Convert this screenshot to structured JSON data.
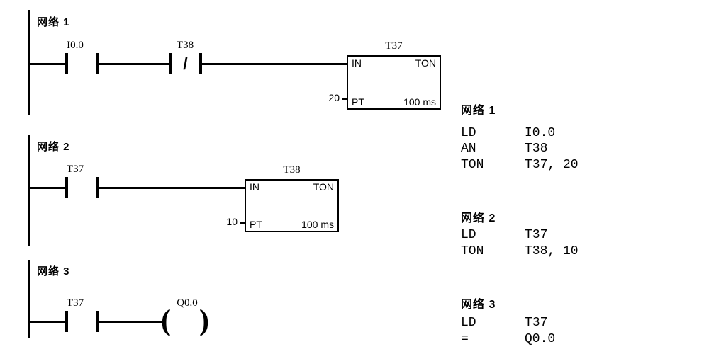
{
  "colors": {
    "ink": "#000000",
    "background": "#ffffff"
  },
  "ladder": {
    "networks": [
      {
        "title": "网络 1",
        "contacts": [
          {
            "label": "I0.0",
            "type": "normally-open"
          },
          {
            "label": "T38",
            "type": "normally-closed",
            "slash": "/"
          }
        ],
        "timer": {
          "tag": "T37",
          "input_label": "IN",
          "block_type": "TON",
          "preset_label": "PT",
          "preset_value": "20",
          "time_base": "100 ms"
        }
      },
      {
        "title": "网络 2",
        "contacts": [
          {
            "label": "T37",
            "type": "normally-open"
          }
        ],
        "timer": {
          "tag": "T38",
          "input_label": "IN",
          "block_type": "TON",
          "preset_label": "PT",
          "preset_value": "10",
          "time_base": "100 ms"
        }
      },
      {
        "title": "网络 3",
        "contacts": [
          {
            "label": "T37",
            "type": "normally-open"
          }
        ],
        "coil": {
          "label": "Q0.0",
          "open_paren": "(",
          "close_paren": ")"
        }
      }
    ]
  },
  "stl": {
    "blocks": [
      {
        "title": "网络 1",
        "lines": [
          {
            "op": "LD",
            "operand": "I0.0"
          },
          {
            "op": "AN",
            "operand": "T38"
          },
          {
            "op": "TON",
            "operand": "T37, 20"
          }
        ]
      },
      {
        "title": "网络 2",
        "lines": [
          {
            "op": "LD",
            "operand": "T37"
          },
          {
            "op": "TON",
            "operand": "T38, 10"
          }
        ]
      },
      {
        "title": "网络 3",
        "lines": [
          {
            "op": "LD",
            "operand": "T37"
          },
          {
            "op": "=",
            "operand": "Q0.0"
          }
        ]
      }
    ]
  }
}
